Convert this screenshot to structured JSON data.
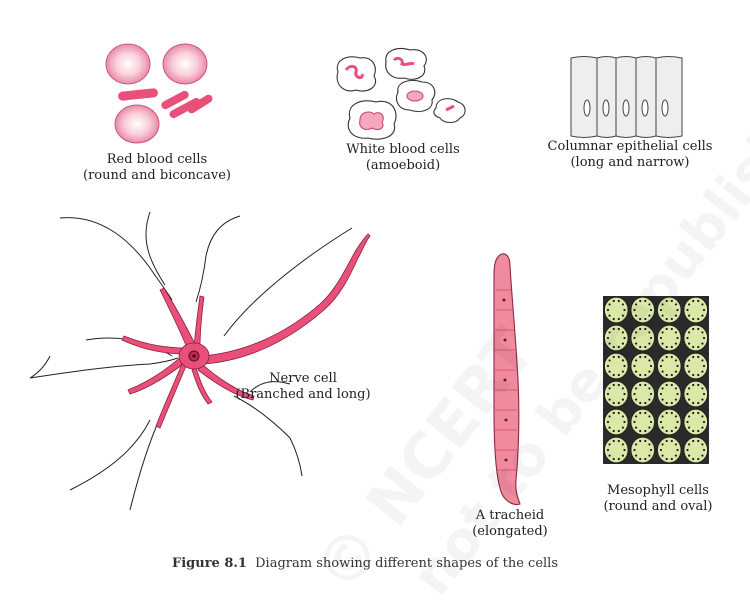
{
  "labels": {
    "rbc": {
      "line1": "Red blood cells",
      "line2": "(round and biconcave)"
    },
    "wbc": {
      "line1": "White blood cells",
      "line2": "(amoeboid)"
    },
    "columnar": {
      "line1": "Columnar epithelial cells",
      "line2": "(long and narrow)"
    },
    "nerve": {
      "line1": "Nerve cell",
      "line2": "(Branched and long)"
    },
    "tracheid": {
      "line1": "A tracheid",
      "line2": "(elongated)"
    },
    "mesophyll": {
      "line1": "Mesophyll cells",
      "line2": "(round and oval)"
    }
  },
  "caption": {
    "figure": "Figure 8.1",
    "text": "Diagram showing different shapes of the cells"
  },
  "watermark": {
    "line1": "© NCERT",
    "line2": "not to be republished"
  },
  "colors": {
    "pink": "#e8507a",
    "pinkLight": "#f7c3d1",
    "green": "#d9e6a2",
    "outline": "#333333"
  }
}
